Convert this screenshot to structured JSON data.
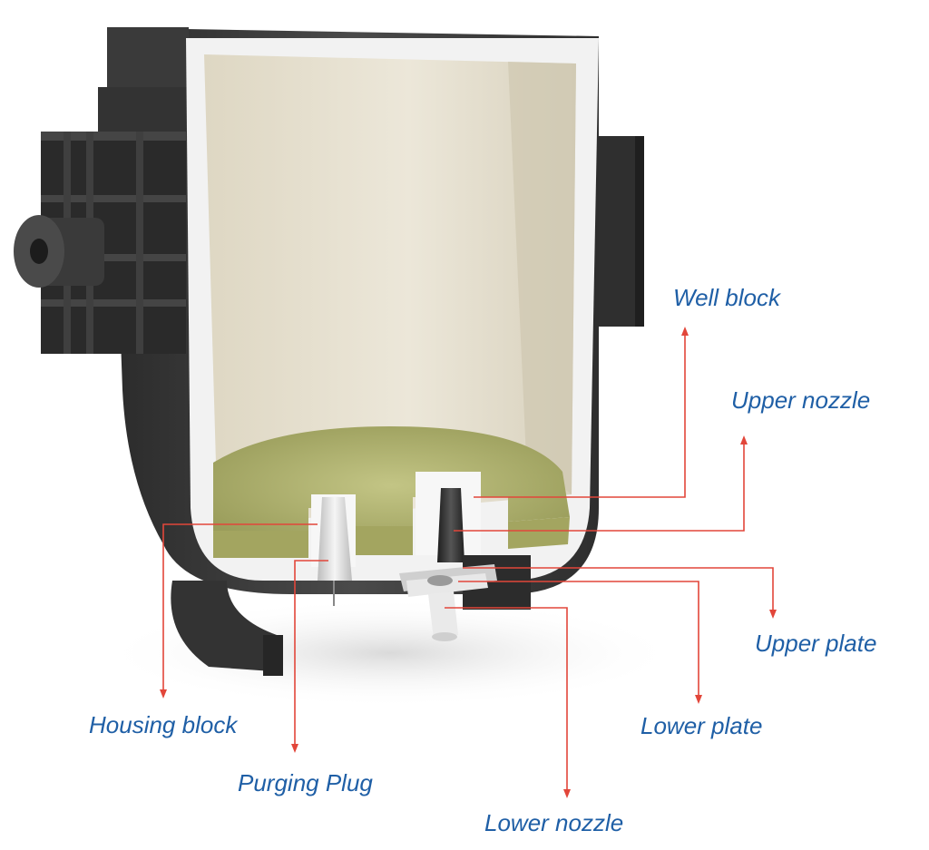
{
  "diagram": {
    "labels": {
      "well_block": "Well block",
      "upper_nozzle": "Upper nozzle",
      "upper_plate": "Upper plate",
      "lower_plate": "Lower plate",
      "housing_block": "Housing block",
      "purging_plug": "Purging Plug",
      "lower_nozzle": "Lower nozzle"
    },
    "colors": {
      "label_text": "#1f5fa6",
      "leader_line": "#e2463a",
      "shell_dark": "#3c3c3c",
      "refractory_wall": "#e6e0cf",
      "bottom_refractory": "#a9ab6a"
    }
  }
}
